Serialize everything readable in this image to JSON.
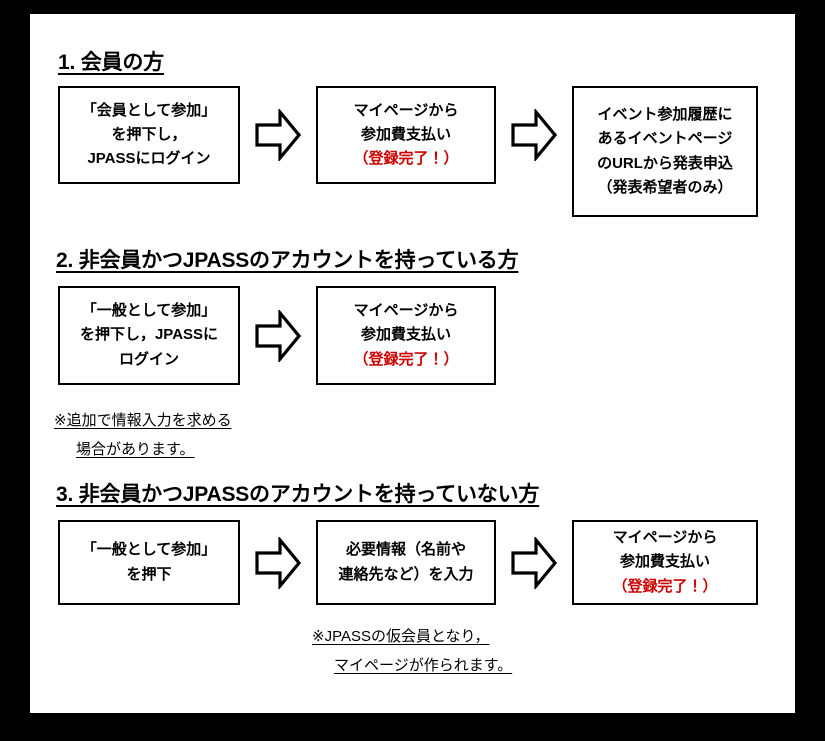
{
  "document": {
    "title": "JPASS イベント参加登録フロー図",
    "background_color": "#000000",
    "page_color": "#ffffff",
    "text_color": "#000000",
    "accent_color": "#cc0000"
  },
  "sections": [
    {
      "heading": "1. 会員の方",
      "steps": [
        {
          "lines": [
            {
              "text": "「会員として参加」",
              "color": "#000000"
            },
            {
              "text": "を押下し，",
              "color": "#000000"
            },
            {
              "text": "JPASSにログイン",
              "color": "#000000"
            }
          ]
        },
        {
          "lines": [
            {
              "text": "マイページから",
              "color": "#000000"
            },
            {
              "text": "参加費支払い",
              "color": "#000000"
            },
            {
              "text": "（登録完了！）",
              "color": "#cc0000"
            }
          ]
        },
        {
          "lines": [
            {
              "text": "イベント参加履歴に",
              "color": "#000000"
            },
            {
              "text": "あるイベントページ",
              "color": "#000000"
            },
            {
              "text": "のURLから発表申込",
              "color": "#000000"
            },
            {
              "text": "（発表希望者のみ）",
              "color": "#000000"
            }
          ]
        }
      ],
      "arrows": [
        "right-arrow-icon",
        "right-arrow-icon"
      ],
      "notes": []
    },
    {
      "heading": "2. 非会員かつJPASSのアカウントを持っている方",
      "steps": [
        {
          "lines": [
            {
              "text": "「一般として参加」",
              "color": "#000000"
            },
            {
              "text": "を押下し，JPASSに",
              "color": "#000000"
            },
            {
              "text": "ログイン",
              "color": "#000000"
            }
          ]
        },
        {
          "lines": [
            {
              "text": "マイページから",
              "color": "#000000"
            },
            {
              "text": "参加費支払い",
              "color": "#000000"
            },
            {
              "text": "（登録完了！）",
              "color": "#cc0000"
            }
          ]
        }
      ],
      "arrows": [
        "right-arrow-icon"
      ],
      "notes": [
        {
          "lines": [
            "※追加で情報入力を求める",
            "場合があります。"
          ]
        }
      ]
    },
    {
      "heading": "3. 非会員かつJPASSのアカウントを持っていない方",
      "steps": [
        {
          "lines": [
            {
              "text": "「一般として参加」",
              "color": "#000000"
            },
            {
              "text": "を押下",
              "color": "#000000"
            }
          ]
        },
        {
          "lines": [
            {
              "text": "必要情報（名前や",
              "color": "#000000"
            },
            {
              "text": "連絡先など）を入力",
              "color": "#000000"
            }
          ]
        },
        {
          "lines": [
            {
              "text": "マイページから",
              "color": "#000000"
            },
            {
              "text": "参加費支払い",
              "color": "#000000"
            },
            {
              "text": "（登録完了！）",
              "color": "#cc0000"
            }
          ]
        }
      ],
      "arrows": [
        "right-arrow-icon",
        "right-arrow-icon"
      ],
      "notes": [
        {
          "lines": [
            "※JPASSの仮会員となり，",
            "マイページが作られます。"
          ]
        }
      ]
    }
  ]
}
